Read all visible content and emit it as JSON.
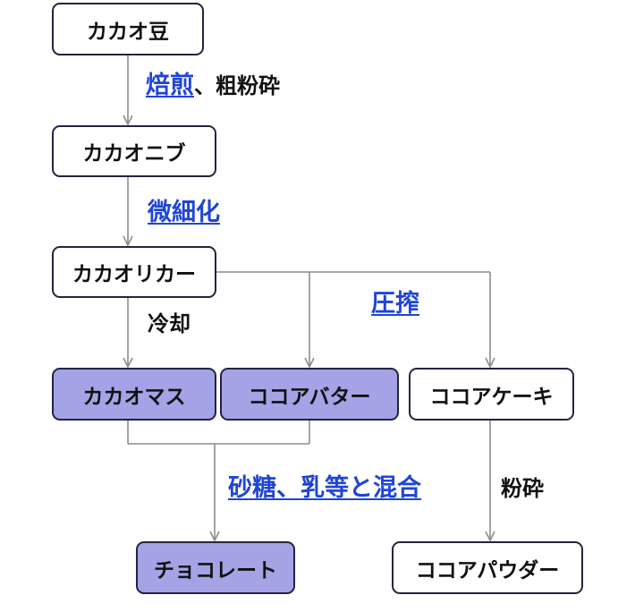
{
  "colors": {
    "box_border": "#232342",
    "highlight_fill": "#a3a3e6",
    "plain_fill": "#ffffff",
    "connector": "#8c8c8c",
    "process_blue": "#1f45d6"
  },
  "nodes": {
    "cacao_beans": "カカオ豆",
    "cacao_nibs": "カカオニブ",
    "cacao_liquor": "カカオリカー",
    "cacao_mass": "カカオマス",
    "cocoa_butter": "ココアバター",
    "cocoa_cake": "ココアケーキ",
    "chocolate": "チョコレート",
    "cocoa_powder": "ココアパウダー"
  },
  "steps": {
    "roasting": {
      "highlight": "焙煎",
      "rest": "、粗粉砕"
    },
    "refining": "微細化",
    "cooling": "冷却",
    "pressing": "圧搾",
    "mixing": "砂糖、乳等と混合",
    "grinding": "粉砕"
  }
}
